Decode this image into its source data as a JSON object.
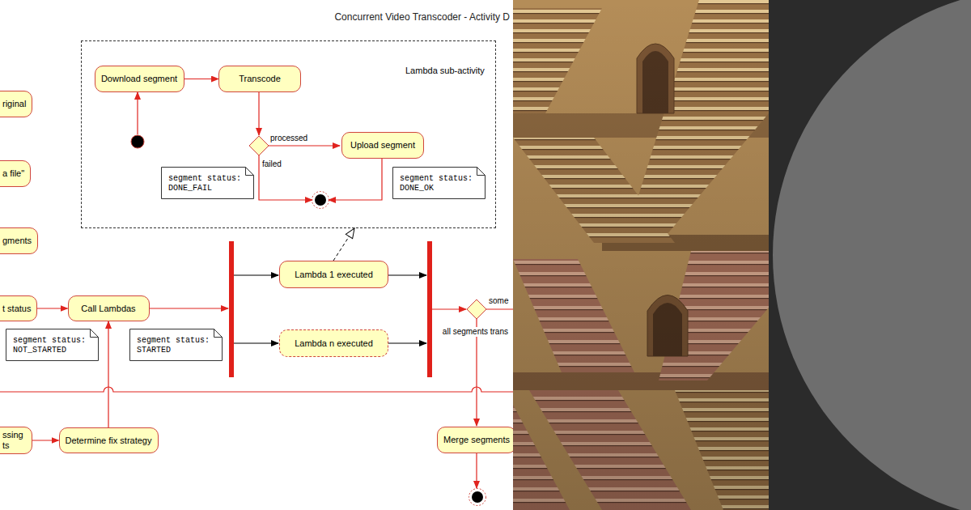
{
  "diagram": {
    "title": "Concurrent Video Transcoder - Activity D",
    "nodes": [
      {
        "text": [
          "Lambda sub-activity"
        ]
      },
      {
        "text": [
          "Download segment"
        ],
        "in": 0
      },
      {
        "text": [
          "Transcode"
        ],
        "in": 0
      },
      {
        "text": [
          "Upload segment"
        ],
        "in": 0
      },
      {
        "text": [
          "segment status: DONE_FAIL"
        ],
        "in": 0
      },
      {
        "text": [
          "segment status: DONE_OK"
        ],
        "in": 0
      },
      {
        "text": [
          "riginal"
        ]
      },
      {
        "text": [
          "a file\""
        ]
      },
      {
        "text": [
          "gments"
        ]
      },
      {
        "text": [
          "Lambda 1 executed"
        ]
      },
      {
        "text": [
          "t status"
        ]
      },
      {
        "text": [
          "Call Lambdas"
        ]
      },
      {
        "text": [
          "Lambda n executed"
        ]
      },
      {
        "text": [
          "segment status: NOT_STARTED"
        ]
      },
      {
        "text": [
          "segment status: STARTED"
        ]
      },
      {
        "text": [
          "ssing ts"
        ]
      },
      {
        "text": [
          "Determine fix strategy"
        ]
      },
      {
        "text": [
          "Merge segments"
        ]
      }
    ],
    "edges": [
      {
        "from": 1,
        "to": 2,
        "arrow": "to"
      },
      {
        "from": 9,
        "to": 0,
        "arrow": "to"
      },
      {
        "from": 10,
        "to": 11,
        "arrow": "to"
      },
      {
        "from": 15,
        "to": 16,
        "arrow": "to"
      },
      {
        "from": 16,
        "to": 11,
        "arrow": "to"
      }
    ],
    "labels": [
      "processed",
      "failed",
      "some",
      "all segments trans"
    ]
  }
}
